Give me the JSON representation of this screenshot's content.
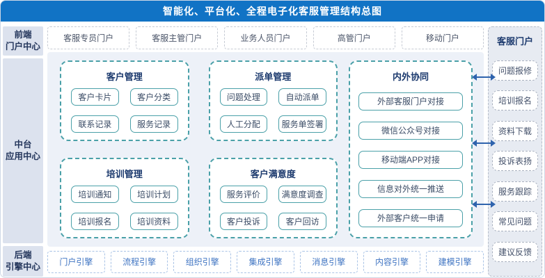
{
  "header": {
    "title": "智能化、平台化、全程电子化客服管理结构总图"
  },
  "left_sections": [
    {
      "line1": "前端",
      "line2": "门户中心"
    },
    {
      "line1": "中台",
      "line2": "应用中心"
    },
    {
      "line1": "后端",
      "line2": "引擎中心"
    }
  ],
  "top_portals": [
    "客服专员门户",
    "客服主管门户",
    "业务人员门户",
    "高管门户",
    "移动门户"
  ],
  "groups": [
    {
      "title": "客户管理",
      "items": [
        "客户卡片",
        "客户分类",
        "联系记录",
        "服务记录"
      ]
    },
    {
      "title": "派单管理",
      "items": [
        "问题处理",
        "自动派单",
        "人工分配",
        "服务单签署"
      ]
    },
    {
      "title": "培训管理",
      "items": [
        "培训通知",
        "培训计划",
        "培训报名",
        "培训资料"
      ]
    },
    {
      "title": "客户满意度",
      "items": [
        "服务评价",
        "满意度调查",
        "客户投诉",
        "客户回访"
      ]
    }
  ],
  "collab": {
    "title": "内外协同",
    "items": [
      "外部客服门户对接",
      "微信公众号对接",
      "移动端APP对接",
      "信息对外统一推送",
      "外部客户统一申请"
    ]
  },
  "sidebar": {
    "title": "客服门户",
    "items": [
      "问题报修",
      "培训报名",
      "资料下载",
      "投诉表扬",
      "服务跟踪",
      "常见问题",
      "建议反馈"
    ]
  },
  "bottom_engines": [
    "门户引擎",
    "流程引擎",
    "组织引擎",
    "集成引擎",
    "消息引擎",
    "内容引擎",
    "建模引擎"
  ],
  "colors": {
    "header_bg": "#1173c5",
    "panel_bg": "#edf1f8",
    "rail_bg": "#dce2ee",
    "teal_border": "#4aa0a8",
    "navy_text": "#1c3a6e",
    "engine_blue": "#3f74c2",
    "arrow_blue": "#2e63ad"
  }
}
